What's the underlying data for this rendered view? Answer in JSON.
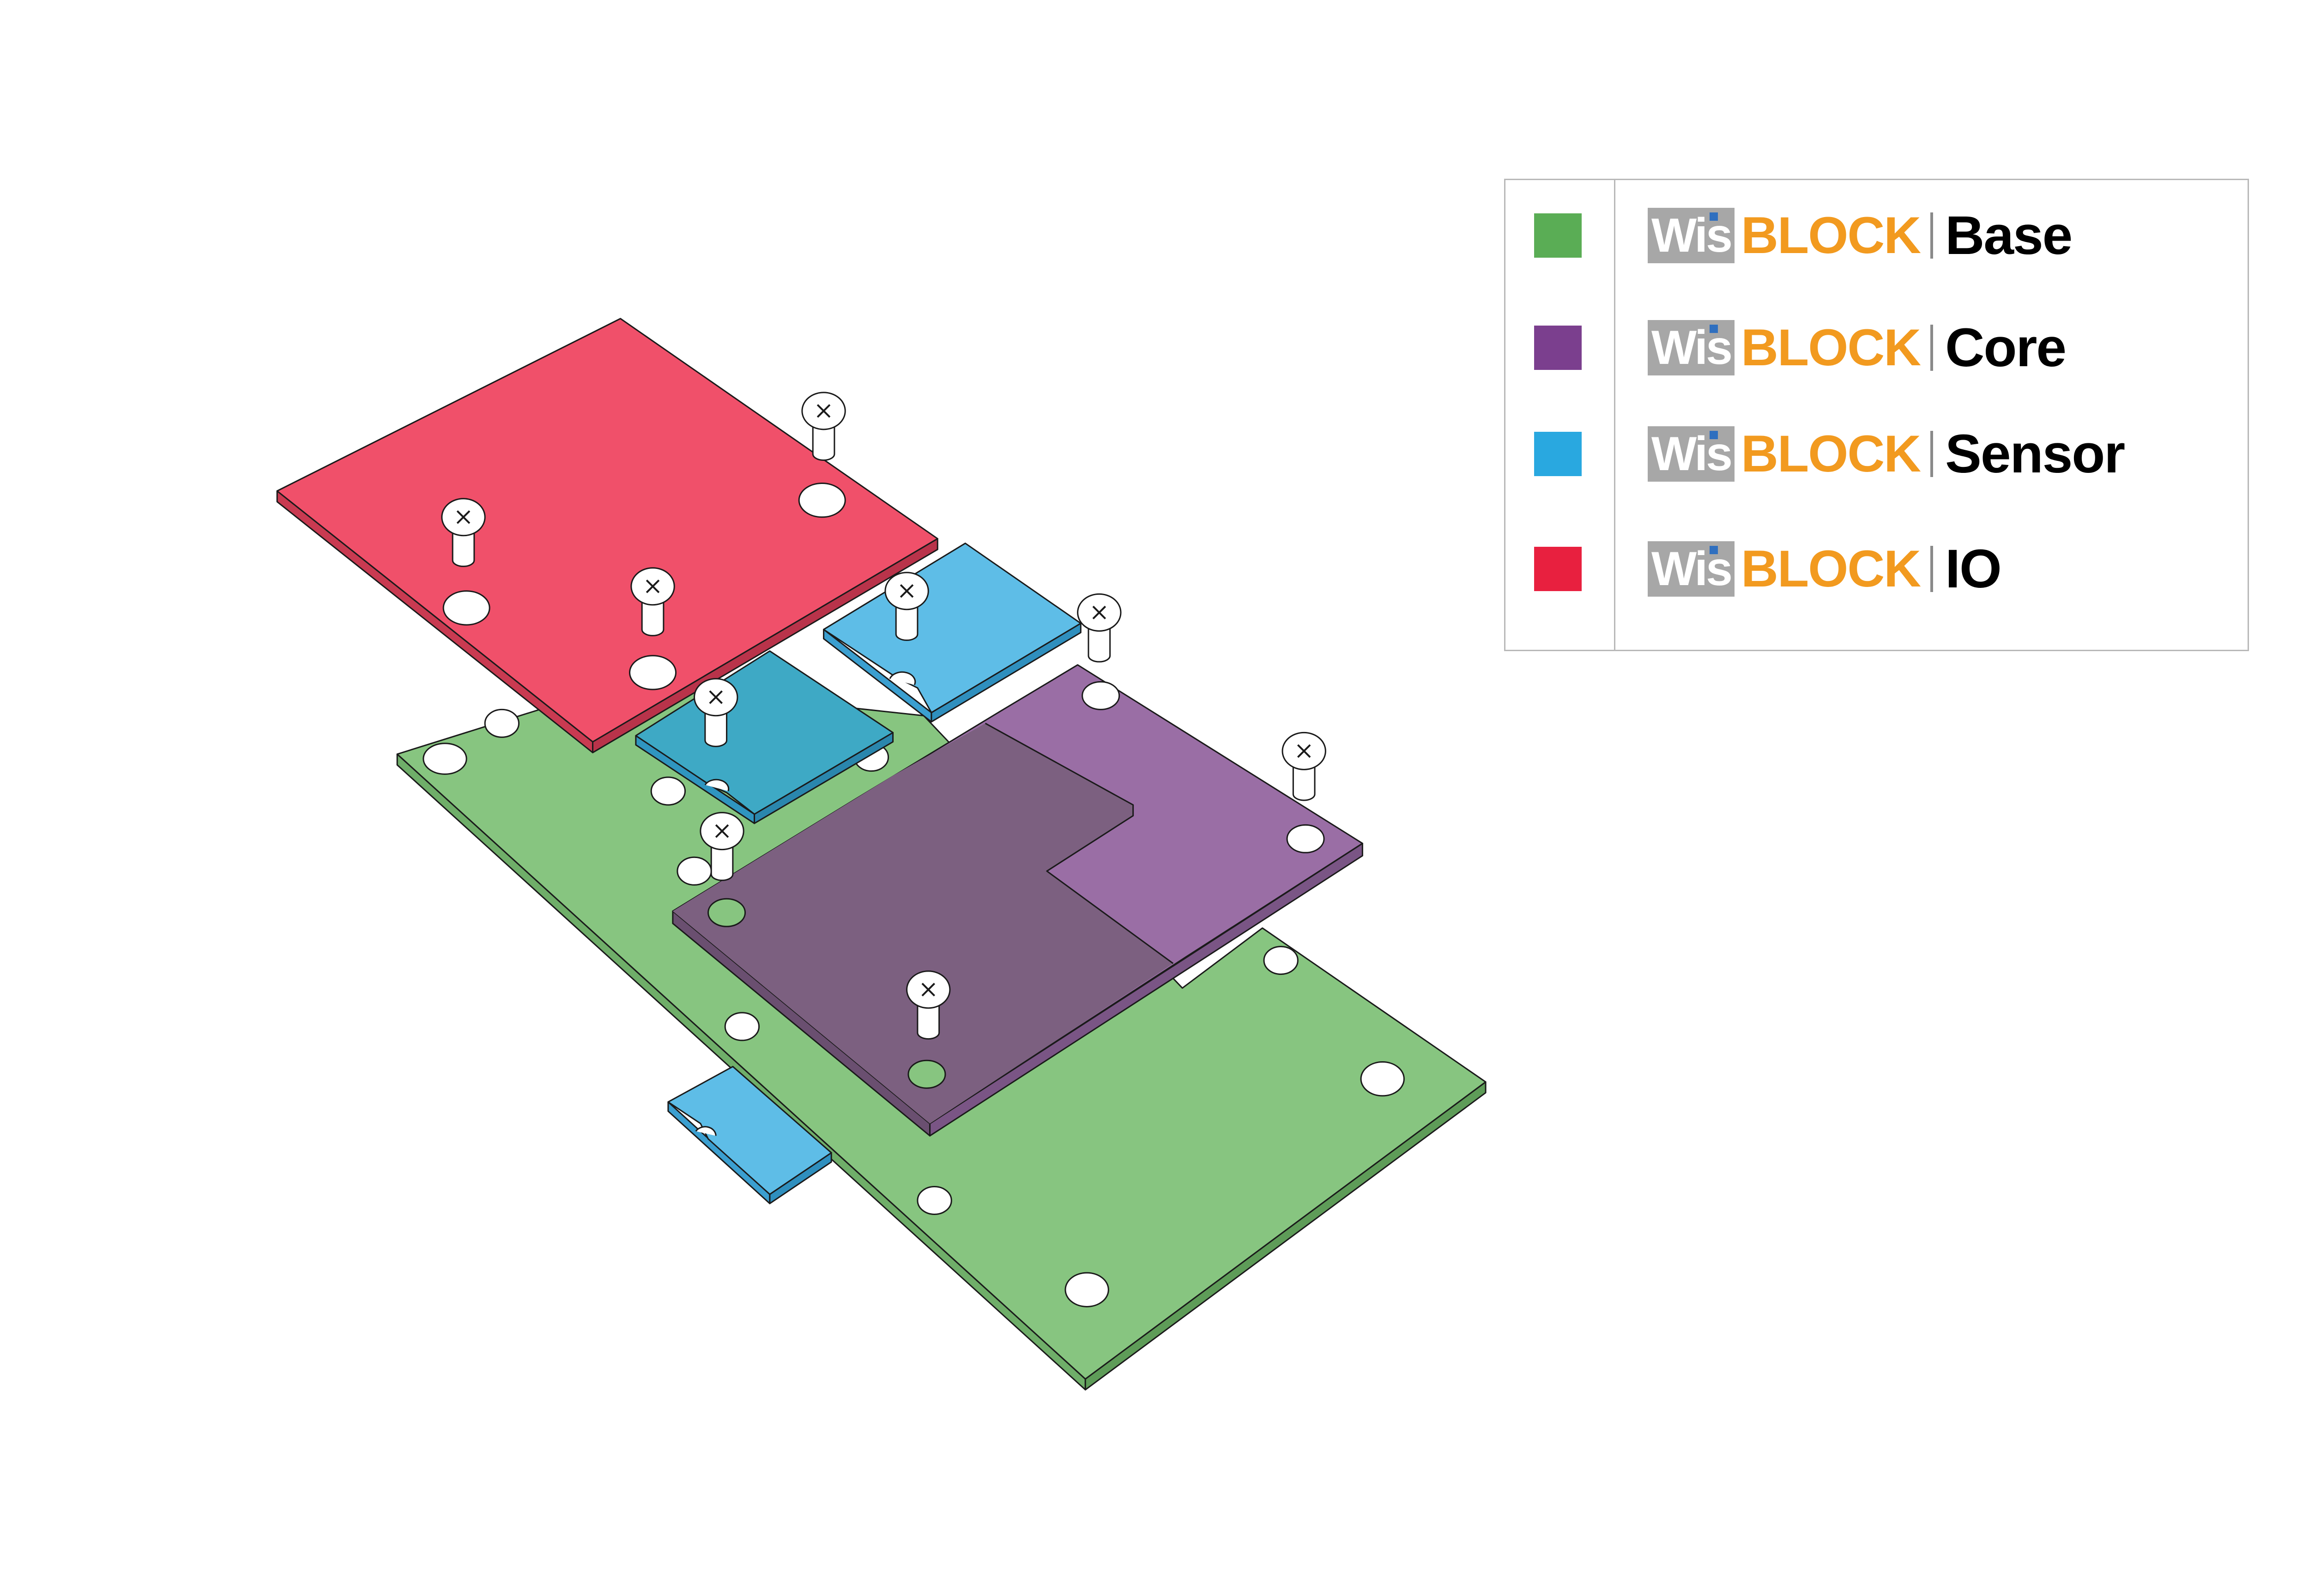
{
  "legend": {
    "items": [
      {
        "key": "base",
        "brand_a": "Wis",
        "brand_b": "BLOCK",
        "type": "Base",
        "color": "#5aad55"
      },
      {
        "key": "core",
        "brand_a": "Wis",
        "brand_b": "BLOCK",
        "type": "Core",
        "color": "#7b3f8e"
      },
      {
        "key": "sensor",
        "brand_a": "Wis",
        "brand_b": "BLOCK",
        "type": "Sensor",
        "color": "#29a8e0"
      },
      {
        "key": "io",
        "brand_a": "Wis",
        "brand_b": "BLOCK",
        "type": "IO",
        "color": "#e8203f"
      }
    ]
  },
  "colors": {
    "base_fill": "#87c580",
    "core_fill": "#9a6ea5",
    "core_overlap_fill": "#7c6080",
    "sensor_fill": "#5ebde7",
    "sensor_under_fill": "#3ea9c5",
    "io_fill": "#f0506a",
    "outline": "#1a1a1a",
    "hole_fill": "#ffffff",
    "screw_fill": "#ffffff"
  }
}
